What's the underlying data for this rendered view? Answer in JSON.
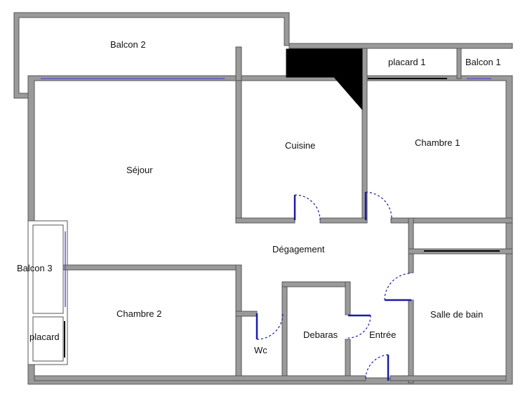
{
  "rooms": {
    "balcon2": "Balcon 2",
    "placard1": "placard 1",
    "balcon1": "Balcon 1",
    "cuisine": "Cuisine",
    "chambre1": "Chambre 1",
    "sejour": "Séjour",
    "degagement": "Dégagement",
    "balcon3": "Balcon 3",
    "chambre2": "Chambre 2",
    "placard": "placard",
    "wc": "Wc",
    "debaras": "Debaras",
    "entree": "Entrée",
    "salle_de_bain": "Salle de bain"
  }
}
